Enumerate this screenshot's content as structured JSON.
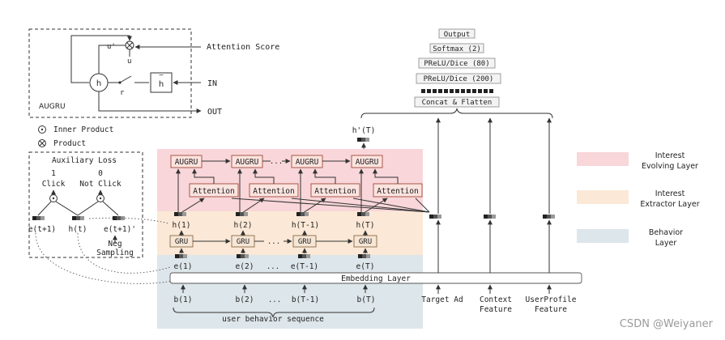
{
  "augru_box": {
    "label": "AUGRU",
    "u_prime": "u'",
    "u": "u",
    "h": "h",
    "r": "r",
    "h_tilde": "h",
    "attention_score": "Attention Score",
    "in": "IN",
    "out": "OUT"
  },
  "legend_symbols": {
    "inner_product": "Inner Product",
    "product": "Product"
  },
  "aux_loss": {
    "title": "Auxiliary Loss",
    "one": "1",
    "click": "Click",
    "zero": "0",
    "not_click": "Not Click",
    "e_t1": "e(t+1)",
    "h_t": "h(t)",
    "e_t1_prime": "e(t+1)'",
    "neg": "Neg",
    "sampling": "Sampling"
  },
  "output_stack": {
    "output": "Output",
    "softmax": "Softmax (2)",
    "prelu80": "PReLU/Dice (80)",
    "prelu200": "PReLU/Dice (200)",
    "concat": "Concat & Flatten",
    "h_prime_T": "h'(T)"
  },
  "layers": {
    "augru": "AUGRU",
    "attention": "Attention",
    "gru": "GRU",
    "h1": "h(1)",
    "h2": "h(2)",
    "hT1": "h(T-1)",
    "hT": "h(T)",
    "e1": "e(1)",
    "e2": "e(2)",
    "eT1": "e(T-1)",
    "eT": "e(T)",
    "b1": "b(1)",
    "b2": "b(2)",
    "bT1": "b(T-1)",
    "bT": "b(T)",
    "ellipsis": "...",
    "embedding": "Embedding Layer",
    "sequence": "user behavior sequence"
  },
  "features": {
    "target_ad": "Target Ad",
    "context_1": "Context",
    "context_2": "Feature",
    "profile_1": "UserProfile",
    "profile_2": "Feature"
  },
  "legend": {
    "evolving_1": "Interest",
    "evolving_2": "Evolving Layer",
    "extractor_1": "Interest",
    "extractor_2": "Extractor Layer",
    "behavior_1": "Behavior",
    "behavior_2": "Layer",
    "color_evolving": "#f9d6d9",
    "color_extractor": "#fbe8d6",
    "color_behavior": "#dde6ea"
  },
  "watermark": "CSDN @Weiyaner"
}
